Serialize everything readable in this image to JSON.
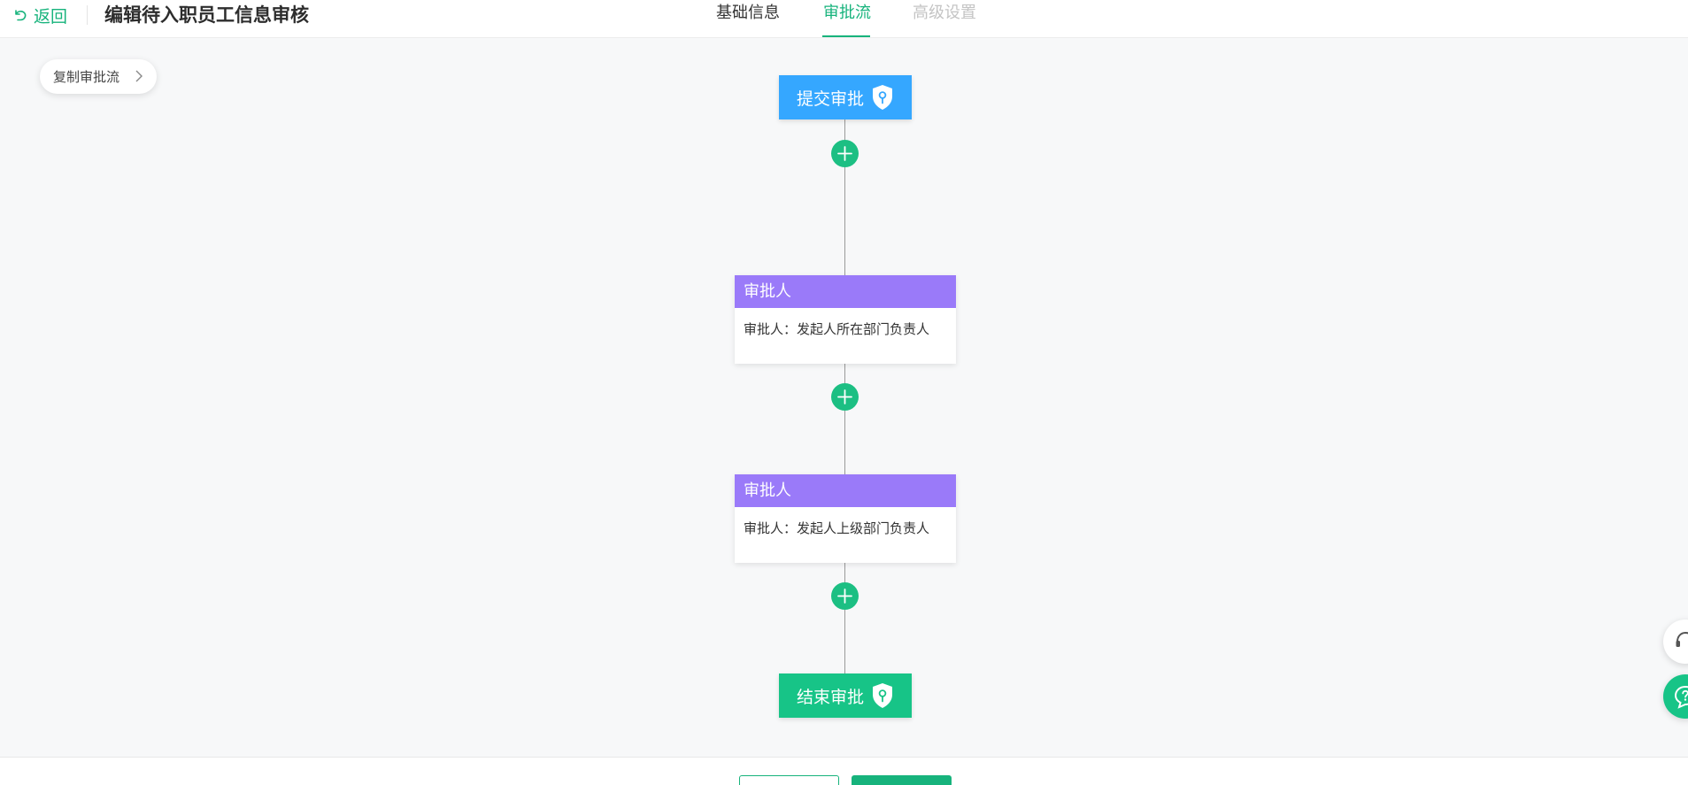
{
  "header": {
    "back_label": "返回",
    "title": "编辑待入职员工信息审核",
    "tabs": [
      {
        "label": "基础信息",
        "state": "normal"
      },
      {
        "label": "审批流",
        "state": "active"
      },
      {
        "label": "高级设置",
        "state": "disabled"
      }
    ]
  },
  "toolbar": {
    "copy_flow_label": "复制审批流"
  },
  "flow": {
    "start_label": "提交审批",
    "end_label": "结束审批",
    "approvers": [
      {
        "title": "审批人",
        "detail": "审批人：发起人所在部门负责人"
      },
      {
        "title": "审批人",
        "detail": "审批人：发起人上级部门负责人"
      }
    ]
  },
  "colors": {
    "accent": "#17b37c",
    "start_node": "#35a7ff",
    "end_node": "#17c487",
    "approver_header": "#9a7af9",
    "add_button": "#1cbf83"
  },
  "icons": {
    "back": "undo-arrow-icon",
    "copy_chevron": "chevron-right-icon",
    "node_badge": "shield-keyhole-icon",
    "add": "plus-circle-icon",
    "support": "headset-icon",
    "help": "chat-question-icon"
  }
}
